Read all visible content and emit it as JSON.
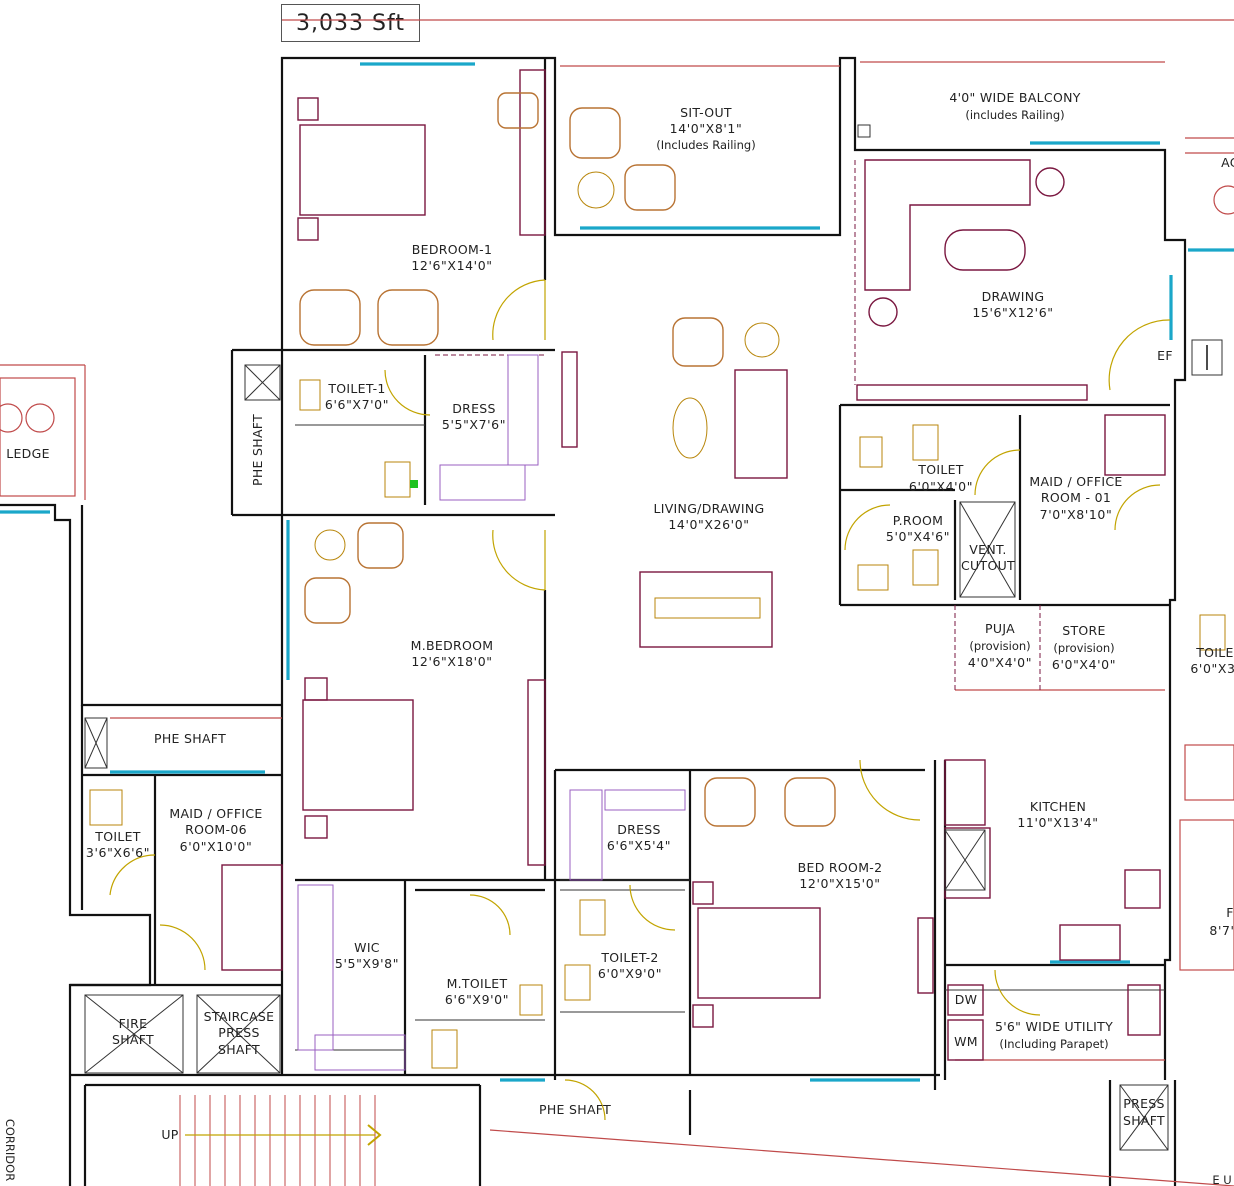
{
  "area": "3,033 Sft",
  "rooms": {
    "sitout": {
      "name": "SIT-OUT",
      "dim": "14'0\"X8'1\"",
      "note": "(Includes Railing)"
    },
    "balcony": {
      "name": "4'0\" WIDE BALCONY",
      "note": "(includes Railing)"
    },
    "bedroom1": {
      "name": "BEDROOM-1",
      "dim": "12'6\"X14'0\""
    },
    "drawing": {
      "name": "DRAWING",
      "dim": "15'6\"X12'6\""
    },
    "toilet1": {
      "name": "TOILET-1",
      "dim": "6'6\"X7'0\""
    },
    "dress1": {
      "name": "DRESS",
      "dim": "5'5\"X7'6\""
    },
    "phe_shaft_left": {
      "name": "PHE SHAFT"
    },
    "ef": {
      "name": "EF"
    },
    "toilet_right": {
      "name": "TOILET",
      "dim": "6'0\"X4'0\""
    },
    "maid1": {
      "name": "MAID / OFFICE",
      "name2": "ROOM - 01",
      "dim": "7'0\"X8'10\""
    },
    "living": {
      "name": "LIVING/DRAWING",
      "dim": "14'0\"X26'0\""
    },
    "proom": {
      "name": "P.ROOM",
      "dim": "5'0\"X4'6\""
    },
    "vent": {
      "name": "VENT.",
      "name2": "CUTOUT"
    },
    "puja": {
      "name": "PUJA",
      "note": "(provision)",
      "dim": "4'0\"X4'0\""
    },
    "store": {
      "name": "STORE",
      "note": "(provision)",
      "dim": "6'0\"X4'0\""
    },
    "mbedroom": {
      "name": "M.BEDROOM",
      "dim": "12'6\"X18'0\""
    },
    "phe_shaft_mid": {
      "name": "PHE SHAFT"
    },
    "maid6": {
      "name": "MAID / OFFICE",
      "name2": "ROOM-06",
      "dim": "6'0\"X10'0\""
    },
    "toilet_left": {
      "name": "TOILET",
      "dim": "3'6\"X6'6\""
    },
    "kitchen": {
      "name": "KITCHEN",
      "dim": "11'0\"X13'4\""
    },
    "dress2": {
      "name": "DRESS",
      "dim": "6'6\"X5'4\""
    },
    "bedroom2": {
      "name": "BED ROOM-2",
      "dim": "12'0\"X15'0\""
    },
    "wic": {
      "name": "WIC",
      "dim": "5'5\"X9'8\""
    },
    "mtoilet": {
      "name": "M.TOILET",
      "dim": "6'6\"X9'0\""
    },
    "toilet2": {
      "name": "TOILET-2",
      "dim": "6'0\"X9'0\""
    },
    "utility": {
      "name": "5'6\" WIDE UTILITY",
      "note": "(Including Parapet)"
    },
    "dw": {
      "name": "DW"
    },
    "wm": {
      "name": "WM"
    },
    "fire_shaft": {
      "name": "FIRE",
      "name2": "SHAFT"
    },
    "staircase": {
      "name": "STAIRCASE",
      "name2": "PRESS",
      "name3": "SHAFT"
    },
    "phe_shaft_bottom": {
      "name": "PHE SHAFT"
    },
    "press_shaft": {
      "name": "PRESS",
      "name2": "SHAFT"
    },
    "up": {
      "name": "UP"
    },
    "ledge": {
      "name": "LEDGE"
    },
    "toilet_far_right": {
      "name": "TOILE",
      "dim": "6'0\"X3'"
    },
    "edge_ac": {
      "name": "AC"
    },
    "edge_f": {
      "name": "F",
      "dim": "8'7'"
    },
    "edge_corridor": {
      "name": "CORRIDOR"
    },
    "edge_e": {
      "name": "E U"
    }
  }
}
